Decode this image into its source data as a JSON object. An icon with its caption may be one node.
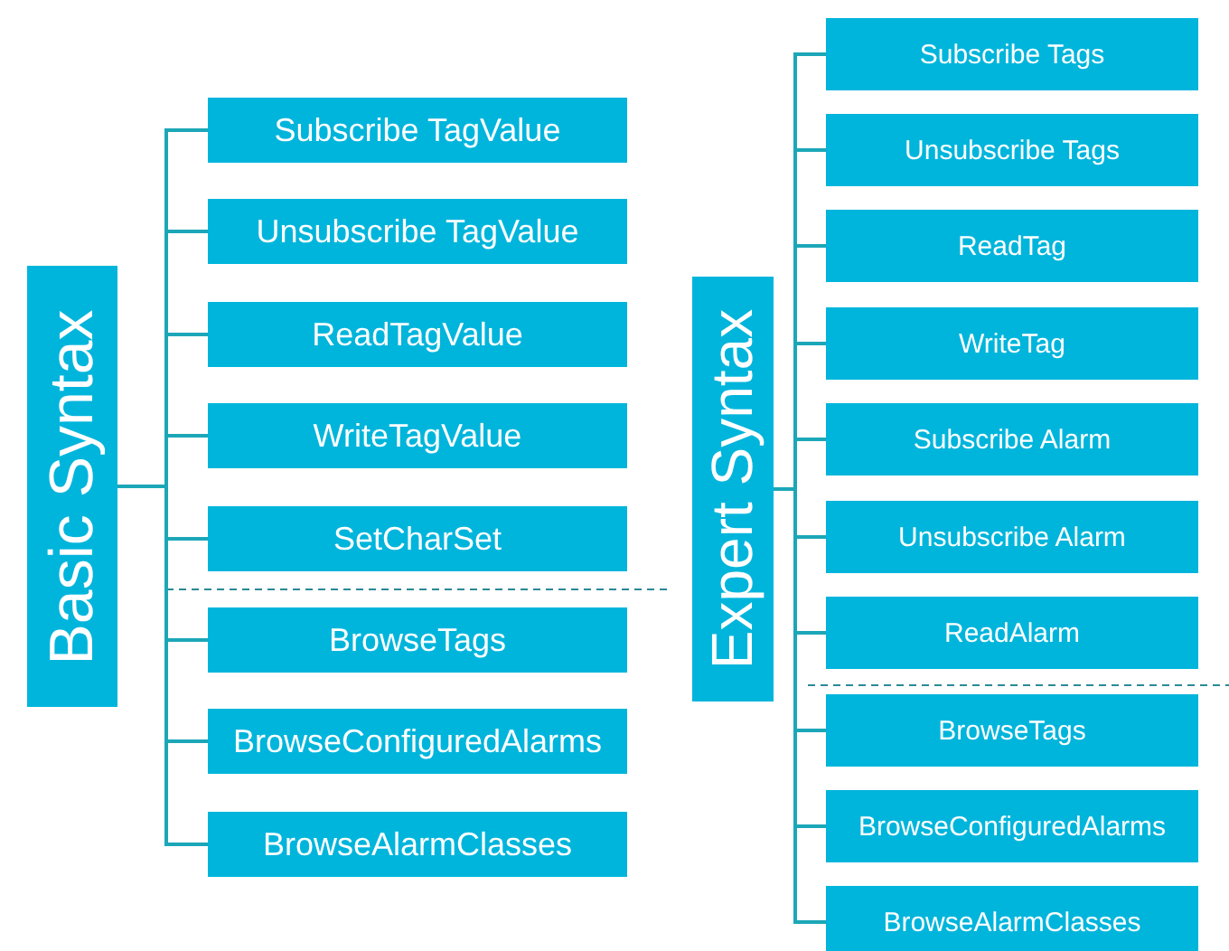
{
  "diagram": {
    "nodes": [
      {
        "text": [
          "Basic Syntax"
        ]
      },
      {
        "text": [
          "Subscribe TagValue"
        ]
      },
      {
        "text": [
          "Unsubscribe TagValue"
        ]
      },
      {
        "text": [
          "ReadTagValue"
        ]
      },
      {
        "text": [
          "WriteTagValue"
        ]
      },
      {
        "text": [
          "SetCharSet"
        ]
      },
      {
        "text": [
          "BrowseTags"
        ]
      },
      {
        "text": [
          "BrowseConfiguredAlarms"
        ]
      },
      {
        "text": [
          "BrowseAlarmClasses"
        ]
      },
      {
        "text": [
          "Expert Syntax"
        ]
      },
      {
        "text": [
          "Subscribe Tags"
        ]
      },
      {
        "text": [
          "Unsubscribe Tags"
        ]
      },
      {
        "text": [
          "ReadTag"
        ]
      },
      {
        "text": [
          "WriteTag"
        ]
      },
      {
        "text": [
          "Subscribe Alarm"
        ]
      },
      {
        "text": [
          "Unsubscribe Alarm"
        ]
      },
      {
        "text": [
          "ReadAlarm"
        ]
      },
      {
        "text": [
          "BrowseTags"
        ]
      },
      {
        "text": [
          "BrowseConfiguredAlarms"
        ]
      },
      {
        "text": [
          "BrowseAlarmClasses"
        ]
      }
    ],
    "edges": [
      {
        "from": 0,
        "to": 1,
        "arrow": "none"
      },
      {
        "from": 0,
        "to": 2,
        "arrow": "none"
      },
      {
        "from": 0,
        "to": 3,
        "arrow": "none"
      },
      {
        "from": 0,
        "to": 4,
        "arrow": "none"
      },
      {
        "from": 0,
        "to": 5,
        "arrow": "none"
      },
      {
        "from": 0,
        "to": 6,
        "arrow": "none"
      },
      {
        "from": 0,
        "to": 7,
        "arrow": "none"
      },
      {
        "from": 0,
        "to": 8,
        "arrow": "none"
      },
      {
        "from": 9,
        "to": 10,
        "arrow": "none"
      },
      {
        "from": 9,
        "to": 11,
        "arrow": "none"
      },
      {
        "from": 9,
        "to": 12,
        "arrow": "none"
      },
      {
        "from": 9,
        "to": 13,
        "arrow": "none"
      },
      {
        "from": 9,
        "to": 14,
        "arrow": "none"
      },
      {
        "from": 9,
        "to": 15,
        "arrow": "none"
      },
      {
        "from": 9,
        "to": 16,
        "arrow": "none"
      },
      {
        "from": 9,
        "to": 17,
        "arrow": "none"
      },
      {
        "from": 9,
        "to": 18,
        "arrow": "none"
      },
      {
        "from": 9,
        "to": 19,
        "arrow": "none"
      }
    ]
  }
}
